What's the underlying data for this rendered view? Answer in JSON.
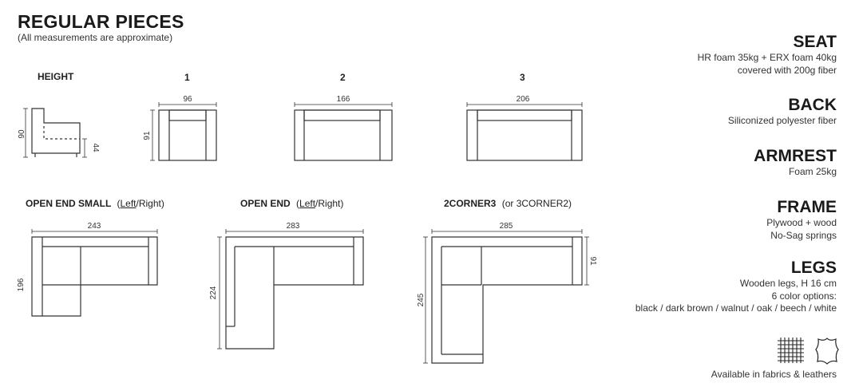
{
  "header": {
    "title": "REGULAR PIECES",
    "subtitle": "(All measurements are approximate)"
  },
  "pieces": {
    "height": {
      "label": "HEIGHT",
      "total": "90",
      "seat": "44"
    },
    "one": {
      "label": "1",
      "width": "96",
      "depth": "91"
    },
    "two": {
      "label": "2",
      "width": "166"
    },
    "three": {
      "label": "3",
      "width": "206"
    },
    "open_end_small": {
      "label": "OPEN END SMALL",
      "note_open": "(",
      "note_left": "Left",
      "note_rest": "/Right)",
      "width": "243",
      "depth": "196"
    },
    "open_end": {
      "label": "OPEN END",
      "note_open": "(",
      "note_left": "Left",
      "note_rest": "/Right)",
      "width": "283",
      "depth": "224"
    },
    "corner": {
      "label": "2CORNER3",
      "note": "(or 3CORNER2)",
      "width": "285",
      "depth": "245",
      "arm_depth": "91"
    }
  },
  "specs": [
    {
      "heading": "SEAT",
      "lines": [
        "HR foam 35kg + ERX foam 40kg",
        "covered with 200g fiber"
      ]
    },
    {
      "heading": "BACK",
      "lines": [
        "Siliconized polyester fiber"
      ]
    },
    {
      "heading": "ARMREST",
      "lines": [
        "Foam 25kg"
      ]
    },
    {
      "heading": "FRAME",
      "lines": [
        "Plywood + wood",
        "No-Sag springs"
      ]
    },
    {
      "heading": "LEGS",
      "lines": [
        "Wooden legs, H 16 cm",
        "6 color options:",
        "black / dark brown / walnut / oak / beech / white"
      ]
    }
  ],
  "footer": {
    "availability": "Available in fabrics & leathers",
    "icons": [
      "fabric-swatch-icon",
      "leather-hide-icon"
    ]
  }
}
